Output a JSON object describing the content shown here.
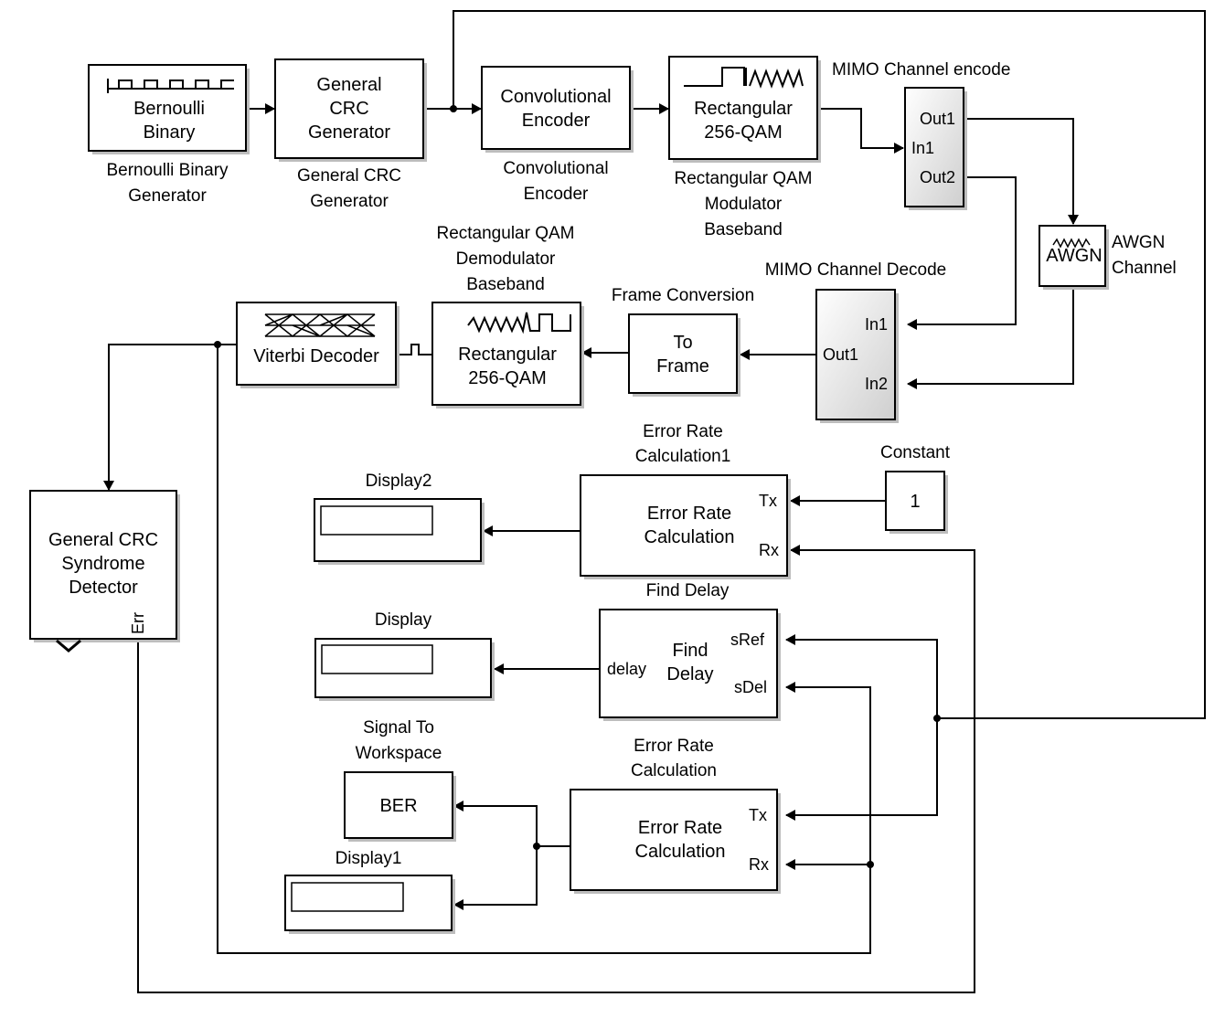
{
  "blocks": {
    "bernoulli": {
      "text": [
        "Bernoulli",
        "Binary"
      ],
      "label": [
        "Bernoulli Binary",
        "Generator"
      ]
    },
    "crc_gen": {
      "text": [
        "General",
        "CRC",
        "Generator"
      ],
      "label": [
        "General CRC",
        "Generator"
      ]
    },
    "conv_enc": {
      "text": [
        "Convolutional",
        "Encoder"
      ],
      "label": [
        "Convolutional",
        "Encoder"
      ]
    },
    "qam_mod": {
      "text": [
        "Rectangular",
        "256-QAM"
      ],
      "label": [
        "Rectangular QAM",
        "Modulator",
        "Baseband"
      ]
    },
    "mimo_enc": {
      "ports": {
        "in1": "In1",
        "out1": "Out1",
        "out2": "Out2"
      },
      "label": "MIMO  Channel encode"
    },
    "awgn": {
      "text": "AWGN",
      "label": [
        "AWGN",
        "Channel"
      ]
    },
    "mimo_dec": {
      "ports": {
        "in1": "In1",
        "in2": "In2",
        "out1": "Out1"
      },
      "label": "MIMO Channel Decode"
    },
    "to_frame": {
      "text": [
        "To",
        "Frame"
      ],
      "label": "Frame Conversion"
    },
    "qam_demod": {
      "text": [
        "Rectangular",
        "256-QAM"
      ],
      "label": [
        "Rectangular QAM",
        "Demodulator",
        "Baseband"
      ]
    },
    "viterbi": {
      "text": "Viterbi Decoder"
    },
    "crc_det": {
      "text": [
        "General CRC",
        "Syndrome",
        "Detector"
      ],
      "port": "Err"
    },
    "err_rate1": {
      "text": [
        "Error Rate",
        "Calculation"
      ],
      "ports": {
        "tx": "Tx",
        "rx": "Rx"
      },
      "label": [
        "Error Rate",
        "Calculation1"
      ]
    },
    "constant": {
      "text": "1",
      "label": "Constant"
    },
    "display2": {
      "label": "Display2"
    },
    "find_delay": {
      "text": [
        "Find",
        "Delay"
      ],
      "ports": {
        "sref": "sRef",
        "sdel": "sDel",
        "delay": "delay"
      },
      "label": "Find Delay"
    },
    "display": {
      "label": "Display"
    },
    "to_workspace": {
      "text": "BER",
      "label": [
        "Signal To",
        "Workspace"
      ]
    },
    "err_rate": {
      "text": [
        "Error Rate",
        "Calculation"
      ],
      "ports": {
        "tx": "Tx",
        "rx": "Rx"
      },
      "label": [
        "Error Rate",
        "Calculation"
      ]
    },
    "display1": {
      "label": "Display1"
    }
  }
}
